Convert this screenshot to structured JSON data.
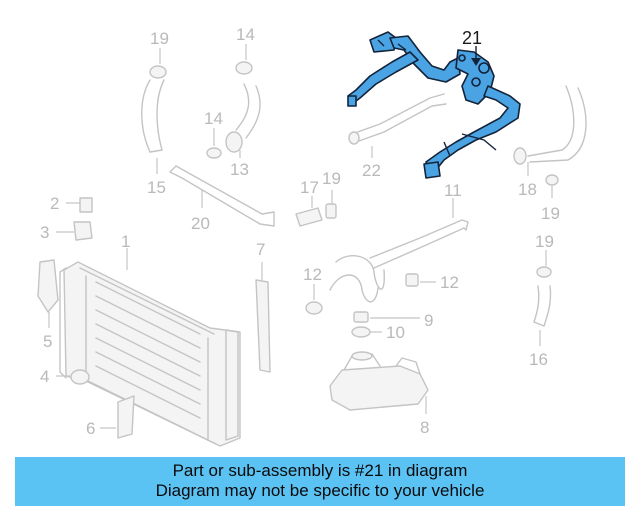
{
  "callouts": {
    "c1": "1",
    "c2": "2",
    "c3": "3",
    "c4": "4",
    "c5": "5",
    "c6": "6",
    "c7": "7",
    "c8": "8",
    "c9": "9",
    "c10": "10",
    "c11": "11",
    "c12a": "12",
    "c12b": "12",
    "c13": "13",
    "c14a": "14",
    "c14b": "14",
    "c15": "15",
    "c16": "16",
    "c17": "17",
    "c18": "18",
    "c19a": "19",
    "c19b": "19",
    "c19c": "19",
    "c19d": "19",
    "c20": "20",
    "c21": "21",
    "c22": "22"
  },
  "highlight": {
    "part": "21",
    "color": "#4aa3e3"
  },
  "footer": {
    "line1": "Part or sub-assembly is #21 in diagram",
    "line2": "Diagram may not be specific to your vehicle",
    "background": "#5bc2f4"
  }
}
